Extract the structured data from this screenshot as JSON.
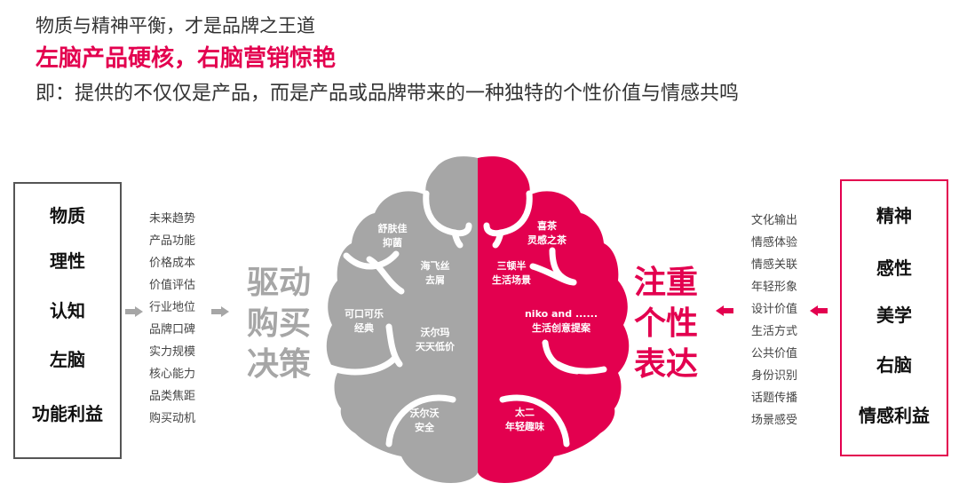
{
  "header": {
    "line1": "物质与精神平衡，才是品牌之王道",
    "line2": "左脑产品硬核，右脑营销惊艳",
    "line3": "即：提供的不仅仅是产品，而是产品或品牌带来的一种独特的个性价值与情感共鸣"
  },
  "left_box": {
    "items": [
      "物质",
      "理性",
      "认知",
      "左脑",
      "功能利益"
    ],
    "border_color": "#555555"
  },
  "left_list": {
    "items": [
      "未来趋势",
      "产品功能",
      "价格成本",
      "价值评估",
      "行业地位",
      "品牌口碑",
      "实力规模",
      "核心能力",
      "品类焦距",
      "购买动机"
    ]
  },
  "left_conclusion": {
    "lines": [
      "驱动",
      "购买",
      "决策"
    ],
    "color": "#a6a6a6"
  },
  "brain": {
    "left_color": "#a6a6a6",
    "right_color": "#e3004f",
    "left_lobes": [
      {
        "line1": "舒肤佳",
        "line2": "抑菌"
      },
      {
        "line1": "海飞丝",
        "line2": "去屑"
      },
      {
        "line1": "可口可乐",
        "line2": "经典"
      },
      {
        "line1": "沃尔玛",
        "line2": "天天低价"
      },
      {
        "line1": "沃尔沃",
        "line2": "安全"
      }
    ],
    "right_lobes": [
      {
        "line1": "喜茶",
        "line2": "灵感之茶"
      },
      {
        "line1": "三顿半",
        "line2": "生活场景"
      },
      {
        "line1": "niko and ......",
        "line2": "生活创意提案"
      },
      {
        "line1": "太二",
        "line2": "年轻趣味"
      }
    ]
  },
  "right_conclusion": {
    "lines": [
      "注重",
      "个性",
      "表达"
    ],
    "color": "#e3004f"
  },
  "right_list": {
    "items": [
      "文化输出",
      "情感体验",
      "情感关联",
      "年轻形象",
      "设计价值",
      "生活方式",
      "公共价值",
      "身份识别",
      "话题传播",
      "场景感受"
    ]
  },
  "right_box": {
    "items": [
      "精神",
      "感性",
      "美学",
      "右脑",
      "情感利益"
    ],
    "border_color": "#e3004f"
  },
  "arrows": {
    "left_color": "#a6a6a6",
    "right_color": "#e3004f"
  }
}
